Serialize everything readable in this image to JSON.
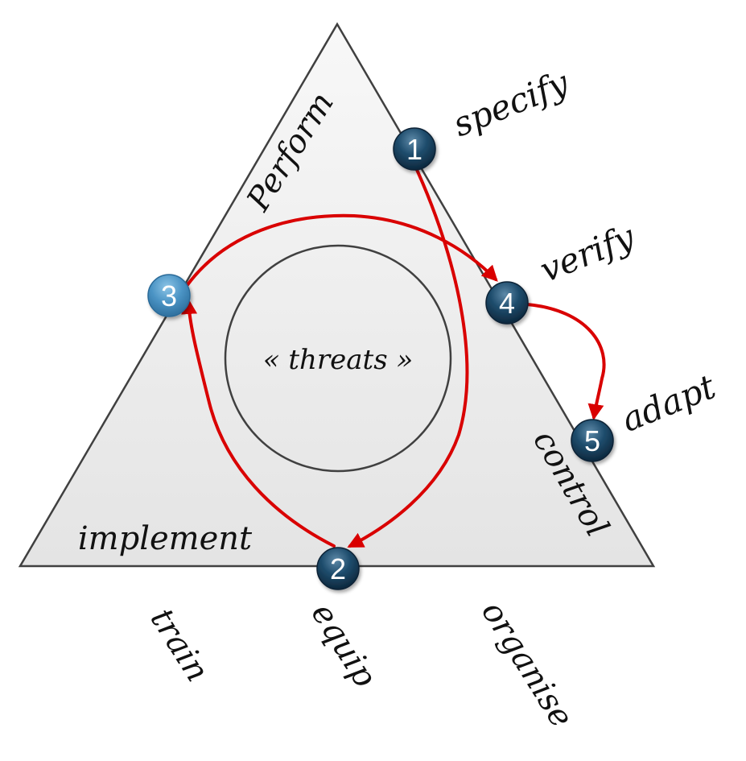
{
  "center_label": "« threats »",
  "side_labels": {
    "left": "Perform",
    "right": "control",
    "bottom": "implement"
  },
  "bottom_labels": [
    "train",
    "equip",
    "organise"
  ],
  "steps": [
    {
      "number": "1",
      "label": "specify"
    },
    {
      "number": "2",
      "label": ""
    },
    {
      "number": "3",
      "label": ""
    },
    {
      "number": "4",
      "label": "verify"
    },
    {
      "number": "5",
      "label": "adapt"
    }
  ],
  "colors": {
    "arrow": "#d90000",
    "triangle_fill_top": "#f7f7f7",
    "triangle_fill_bottom": "#e6e6e6",
    "node_dark": "#0f3a55",
    "node_light": "#4f98c8"
  }
}
